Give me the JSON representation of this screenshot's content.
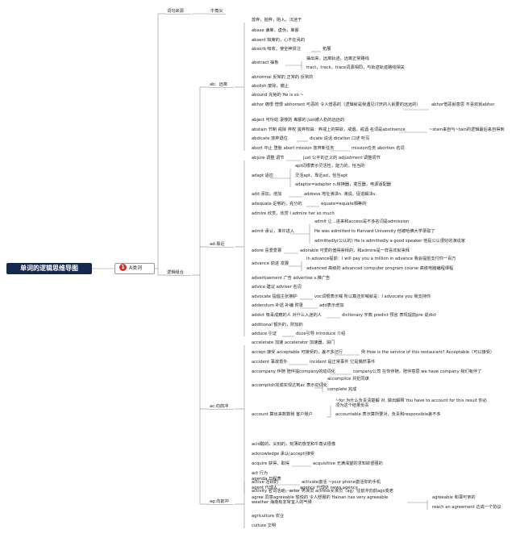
{
  "root": "单词的逻辑思维导图",
  "category": {
    "badge": "1",
    "label": "A类词"
  },
  "l1": {
    "source": "词句来源",
    "logic": "逻辑组合"
  },
  "source_child": "牛角尖",
  "groups": {
    "ab": "ab：远离",
    "ad": "ad:靠近",
    "ac": "ac:向前冲",
    "ag": "ag:向前冲"
  },
  "ab_items": [
    "放弃，抛弃，陷入，沉迷于",
    "abase 谦卑，虚伪，卑鄙",
    "absent 缺席的，心不在焉的",
    "absorb 吸收，使全神贯注",
    "abstract 抽象",
    "abnormal 反常的 正常的 反常的",
    "abolish 废除，撤止",
    "abound 充裕的 He is so ~",
    "abhor 痛恨 憎恨 abhorrent 可恶的 令人憎恶的（逻辑就是我遇见讨厌的人就要的远远的）",
    "abject 可怜的 凄惨的 卑鄙的 just被人扔的远远的",
    "abstain 节制 戒除 弃权 拔弃权由：弃戒上的禁欲，戒烟，戒酒 名词是abstinence",
    "abdicate 放弃退位",
    "abort 中止 堕胎 abort mission 放弃新任务"
  ],
  "ab_sub": {
    "absorb": "拓展",
    "abstract_1": "抽出来，远离轨迹，远离正常路线",
    "abstract_2": "tract，track，trace词源相同，与轨迹轨迹路线相关",
    "abhor": "abhor憎恶就意思 不喜欢就abhor",
    "abstain": "~stain来自与~tain的逻辑最后来自得到",
    "abdicate": "dicate 说话 dication 口述 听写",
    "abort": "mission任务 abortion 名词"
  },
  "ad_items": [
    "abjure 调整 调节",
    "adapt 适应",
    "add 添加，增加",
    "adequate 足够的，充分的",
    "admire 欣赏，欣赏 I admire her so much",
    "admit 承认，准许进入",
    "adore 喜爱爱慕",
    "advance 前进 发展",
    "advertisement 广告 advertise v.推广告",
    "advice 建议 adviser 名词",
    "advocate 提倡主张拥护",
    "addendum 补遗 补编 附录",
    "addict 吸毒成瘾的人 对什么入迷的人",
    "additional 额外的，附加的",
    "adduce 引证"
  ],
  "ad_sub": {
    "abjure": "just 公平的正义的 adjustment 调整调节",
    "adapt_1": "apt词根表示灵活性，能力的，恰当的",
    "adapt_2": "灵活apt，靠近ad，恰当apt",
    "adapt_3": "adaptor=adapter n.转换器，变压器，电源适配器",
    "add": "address 地址演讲n. 演说，促进解决v.",
    "adequate": "equate=equate相等的",
    "admit_1": "admit 让...进来和access是不多名词是admission",
    "admit_2": "He was admitted to Harvard University 他被哈佛大学录取了",
    "admit_3": "admittedly(公认的) He is admittedly a good speaker 他是公认很好的演说家",
    "adore": "adorable 可爱的值得崇拜的，和admire是一样喜欢就崇拜",
    "advance_1": "in advance提前：I will pay you a million in advance 我会提前支付你一百万",
    "advance_2": "advanced 高级的 advanced computer program course 高级电脑编程课程",
    "advocate": "voc词根表示喊 所以算还你喊就是：I advocate you 我支持你",
    "addendum": "add表示增加",
    "addict": "dictionary 字典 predict 预言 表现提前pre 说dict",
    "adduce": "duce引导 introduce 介绍"
  },
  "ac_items": [
    "accelerate 加速 accelerator 加速器，油门",
    "accept 接受 acceptable 可接受的，差不多还行",
    "accident 事故意外",
    "accompany 伴随 陪伴提company的动词化",
    "accomplish完成实现达到ac 表示动词化",
    "account 算出来数数我 客户账户",
    "acid酸的，尖刻的，刻薄的感觉和牛角尖很像",
    "acknowledge 承认(accept)接受",
    "acquire 获得，取得",
    "act 行为",
    "active 活跃的",
    "activity 名词活动，actor 男演员 actress女演员（ag）往前冲向前ago变老"
  ],
  "ac_sub": {
    "accept": "例 How is the service of this restaurant? Acceptable（可以接受）",
    "accident": "incident 是正常事件 它是偶然事件",
    "accompany": "company公司 在你伴随，陪伴意思 we have company 我们有伴了",
    "accomplish_1": "accomplice 共犯同谋",
    "accomplish_2": "complete 完成",
    "account_1": "~for 为什么负责清楚解 对, 做出解释 You have to account for this result 你必须为这个结果负责",
    "account_2": "accountable 表示算所要对，负责和responsible差不多",
    "acquire": "acquisitive 无满渴望的求知欲很强的",
    "active": "activate激活 ~your phone激活你的手机"
  },
  "ag_items": [
    "agenda 日程表",
    "agent 代理人",
    "agree 同意agreeable 愉悦的 令人舒服的 Hainan has very agreeable weather 海南有非常宜人的气候",
    "agriculture 农业",
    "culture 文明"
  ],
  "ag_sub": {
    "agent": "agency 代理处 news agency",
    "agree_1": "agreeable 和蔼可亲的",
    "agree_2": "reach an agreement 达成一个协议"
  }
}
